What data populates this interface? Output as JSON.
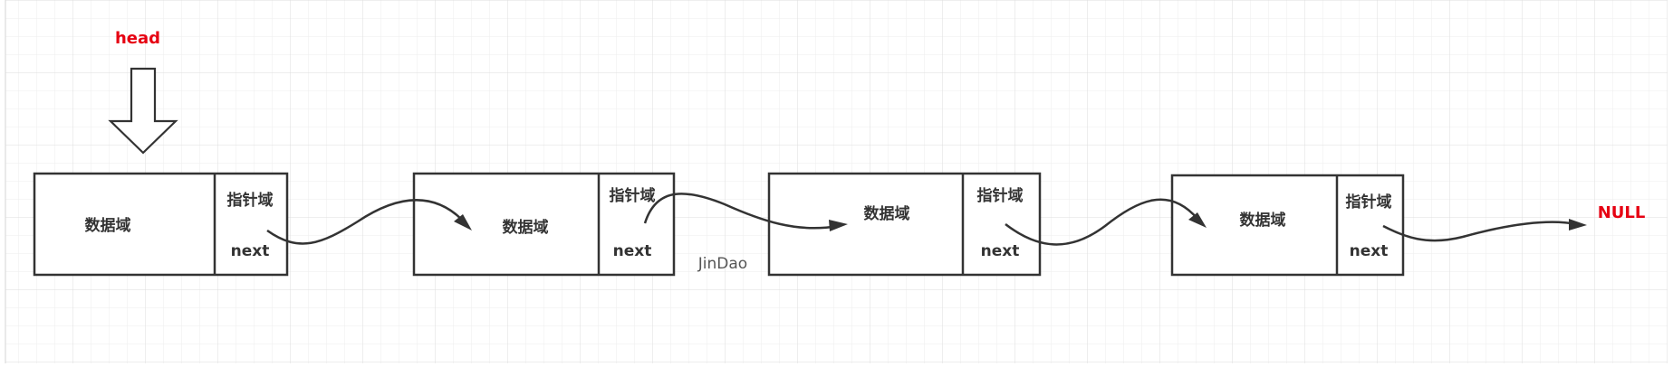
{
  "head_label": "head",
  "null_label": "NULL",
  "watermark": "JinDao",
  "colors": {
    "accent_red": "#e60012",
    "stroke": "#333333",
    "grid": "#e6e6e6"
  },
  "nodes": [
    {
      "data_label": "数据域",
      "pointer_label": "指针域",
      "next_label": "next"
    },
    {
      "data_label": "数据域",
      "pointer_label": "指针域",
      "next_label": "next"
    },
    {
      "data_label": "数据域",
      "pointer_label": "指针域",
      "next_label": "next"
    },
    {
      "data_label": "数据域",
      "pointer_label": "指针域",
      "next_label": "next"
    }
  ]
}
